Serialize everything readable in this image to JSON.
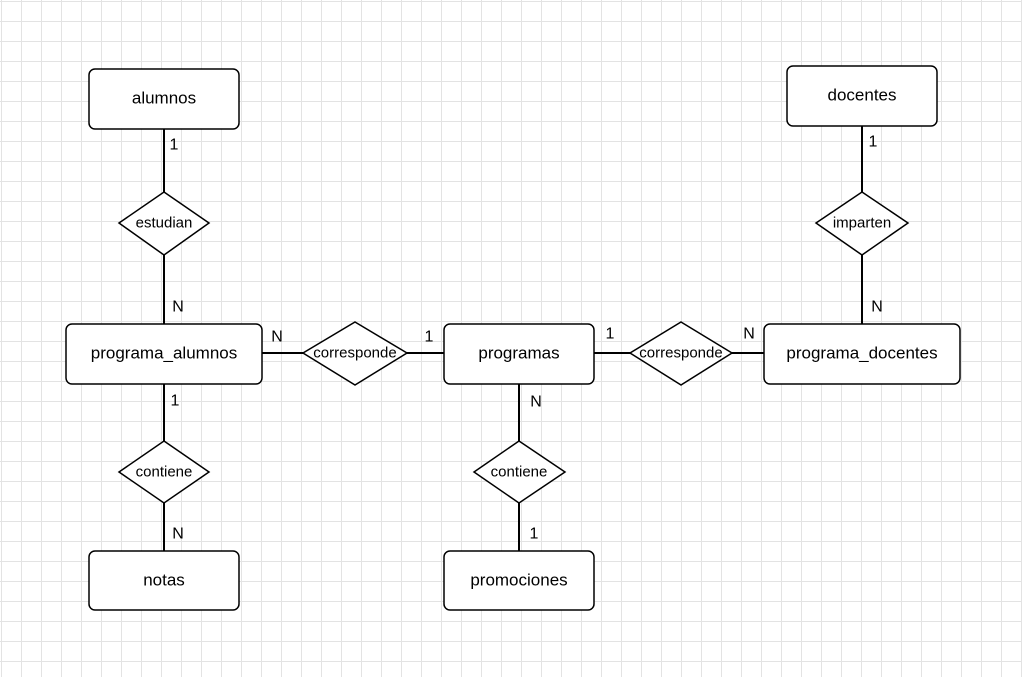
{
  "entities": {
    "alumnos": "alumnos",
    "docentes": "docentes",
    "programa_alumnos": "programa_alumnos",
    "programas": "programas",
    "programa_docentes": "programa_docentes",
    "notas": "notas",
    "promociones": "promociones"
  },
  "relationships": {
    "estudian": "estudian",
    "imparten": "imparten",
    "corresponde_left": "corresponde",
    "corresponde_right": "corresponde",
    "contiene_left": "contiene",
    "contiene_center": "contiene"
  },
  "cardinalities": {
    "alumnos_estudian": "1",
    "estudian_programa_alumnos": "N",
    "docentes_imparten": "1",
    "imparten_programa_docentes": "N",
    "programa_alumnos_corresponde": "N",
    "corresponde_programas": "1",
    "programas_corresponde": "1",
    "corresponde_programa_docentes": "N",
    "programa_alumnos_contiene": "1",
    "contiene_notas": "N",
    "programas_contiene": "N",
    "contiene_promociones": "1"
  }
}
